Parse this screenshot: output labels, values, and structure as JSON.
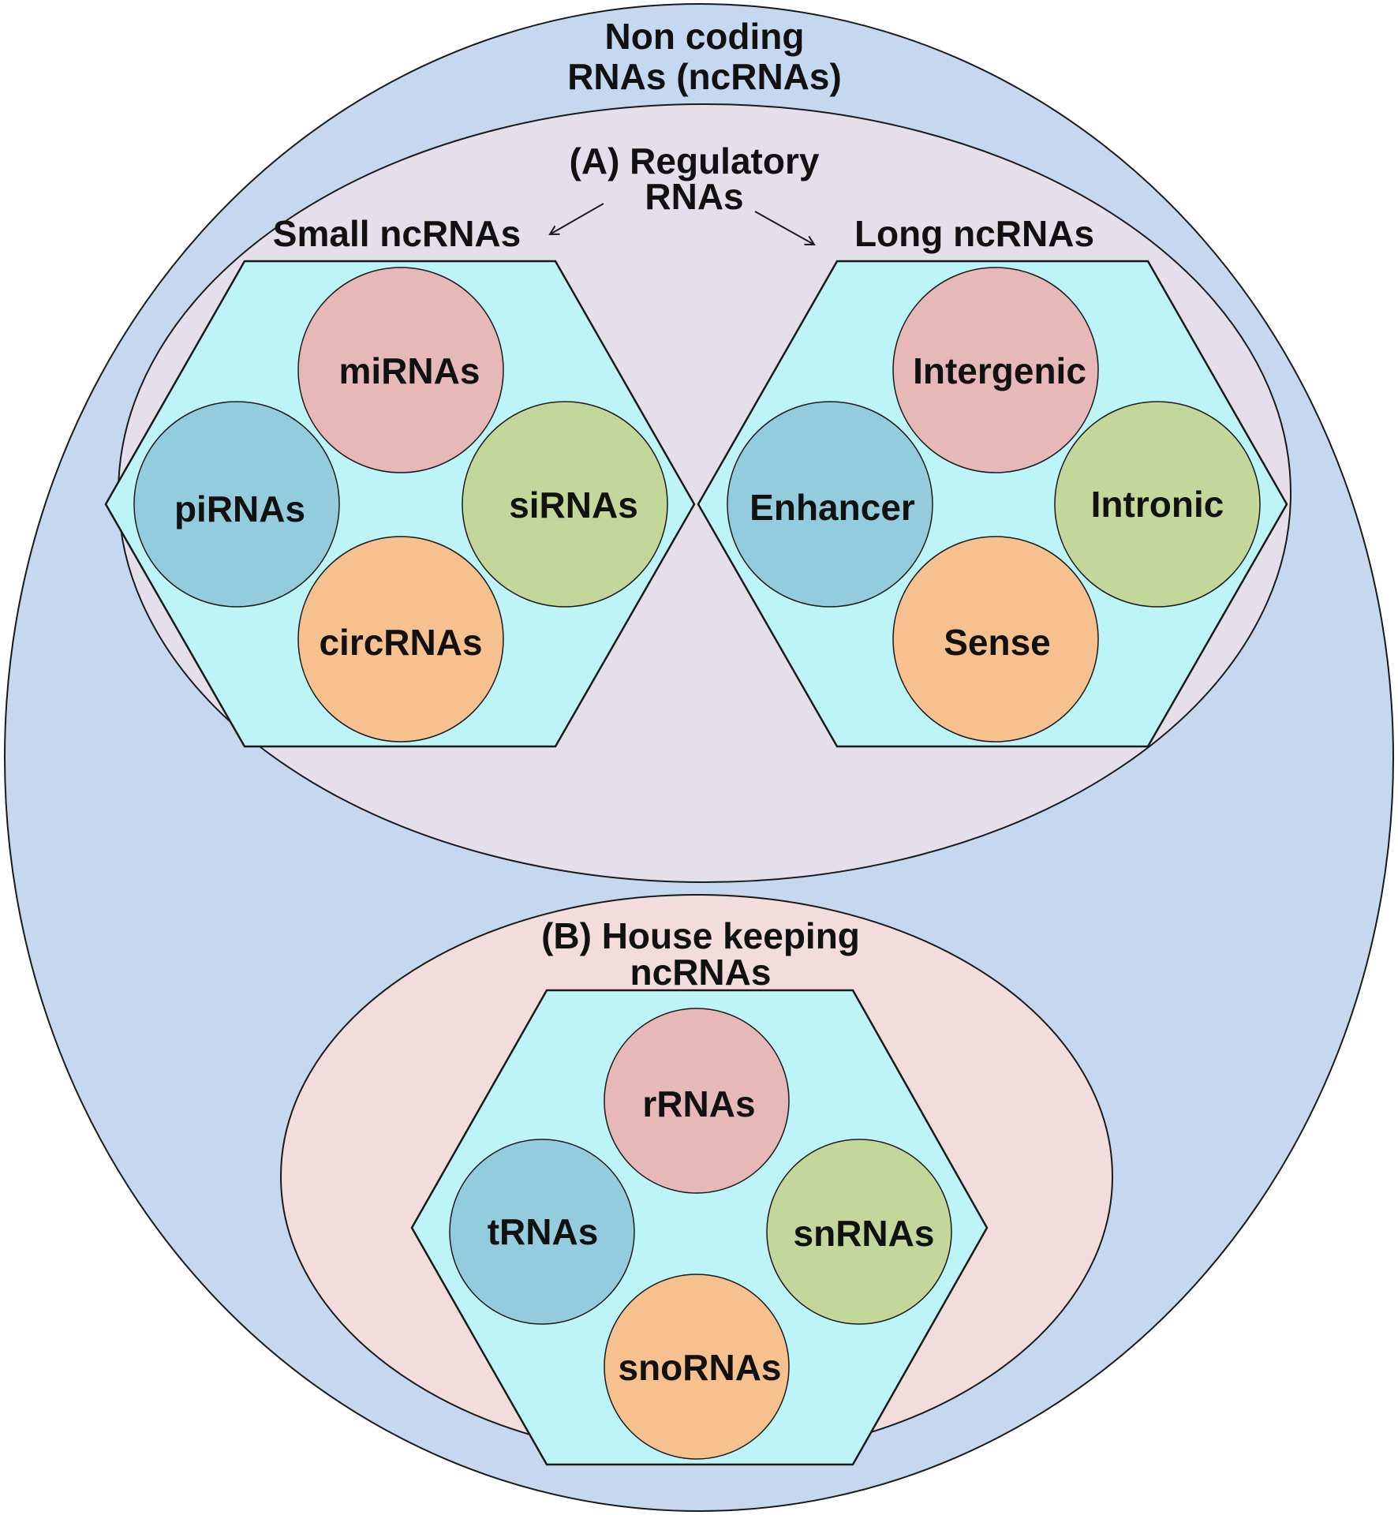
{
  "colors": {
    "outer_ellipse": "#c6d8ef",
    "regulatory_ellipse": "#e5dfeb",
    "housekeeping_ellipse": "#f2dcdc",
    "hexagon": "#bcf4f7",
    "circle_top": "#e6b8b8",
    "circle_left": "#93cddd",
    "circle_right": "#c4d79b",
    "circle_bottom": "#f7c08f"
  },
  "title": {
    "line1": "Non coding",
    "line2": "RNAs (ncRNAs)"
  },
  "regulatory": {
    "line1": "(A) Regulatory",
    "line2": "RNAs",
    "small": {
      "title": "Small ncRNAs",
      "items": {
        "top": "miRNAs",
        "left": "piRNAs",
        "right": "siRNAs",
        "bottom": "circRNAs"
      }
    },
    "long": {
      "title": "Long ncRNAs",
      "items": {
        "top": "Intergenic",
        "left": "Enhancer",
        "right": "Intronic",
        "bottom": "Sense"
      }
    }
  },
  "housekeeping": {
    "line1": "(B) House keeping",
    "line2": "ncRNAs",
    "items": {
      "top": "rRNAs",
      "left": "tRNAs",
      "right": "snRNAs",
      "bottom": "snoRNAs"
    }
  }
}
